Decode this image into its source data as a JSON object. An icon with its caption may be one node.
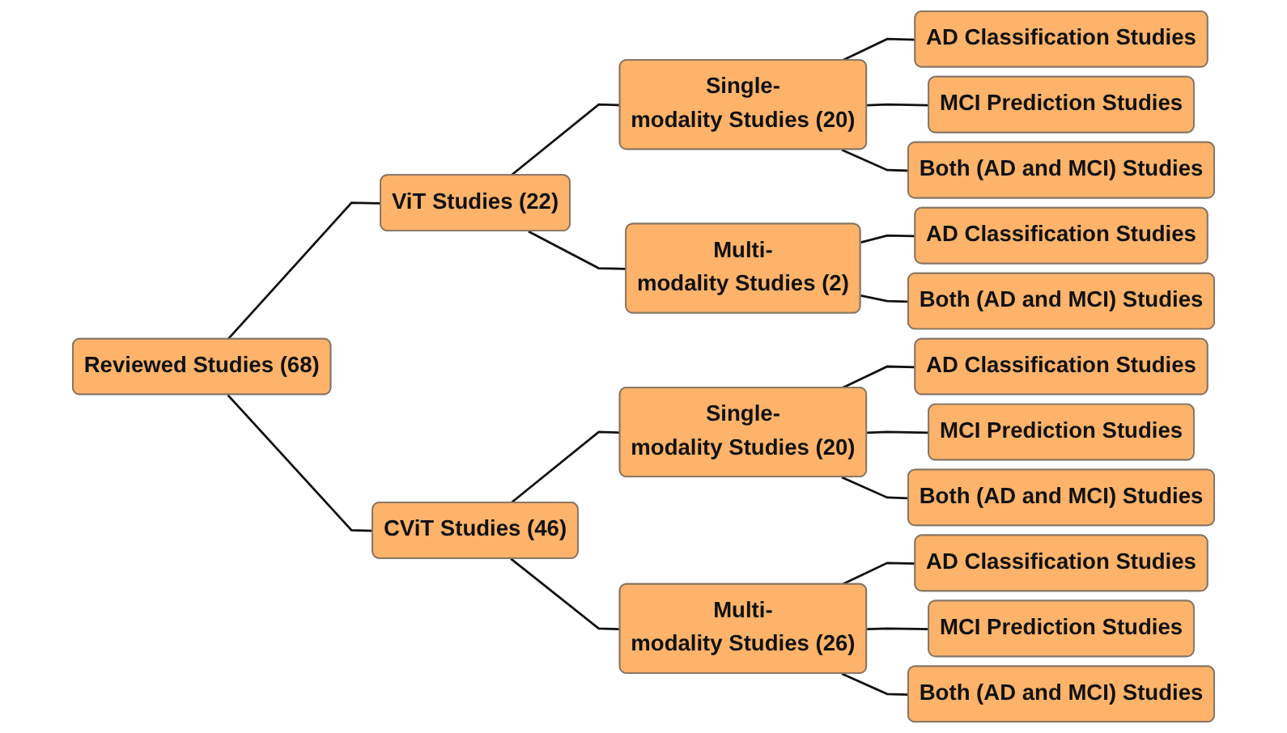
{
  "diagram": {
    "nodes": [
      {
        "text": [
          "Reviewed Studies (68)"
        ]
      },
      {
        "text": [
          "ViT Studies (22)"
        ]
      },
      {
        "text": [
          "Single- modality Studies (20)"
        ]
      },
      {
        "text": [
          "AD Classification Studies"
        ]
      },
      {
        "text": [
          "MCI Prediction Studies"
        ]
      },
      {
        "text": [
          "Both (AD and MCI) Studies"
        ]
      },
      {
        "text": [
          "Multi- modality Studies (2)"
        ]
      },
      {
        "text": [
          "AD Classification Studies"
        ]
      },
      {
        "text": [
          "Both (AD and MCI) Studies"
        ]
      },
      {
        "text": [
          "CViT Studies (46)"
        ]
      },
      {
        "text": [
          "Single- modality Studies (20)"
        ]
      },
      {
        "text": [
          "AD Classification Studies"
        ]
      },
      {
        "text": [
          "MCI Prediction Studies"
        ]
      },
      {
        "text": [
          "Both (AD and MCI) Studies"
        ]
      },
      {
        "text": [
          "Multi- modality Studies (26)"
        ]
      },
      {
        "text": [
          "AD Classification Studies"
        ]
      },
      {
        "text": [
          "MCI Prediction Studies"
        ]
      },
      {
        "text": [
          "Both (AD and MCI) Studies"
        ]
      }
    ],
    "edges": [
      {
        "from": 0,
        "to": 1,
        "arrow": "none"
      },
      {
        "from": 0,
        "to": 9,
        "arrow": "none"
      },
      {
        "from": 1,
        "to": 2,
        "arrow": "none"
      },
      {
        "from": 1,
        "to": 6,
        "arrow": "none"
      },
      {
        "from": 2,
        "to": 3,
        "arrow": "none"
      },
      {
        "from": 2,
        "to": 4,
        "arrow": "none"
      },
      {
        "from": 2,
        "to": 5,
        "arrow": "none"
      },
      {
        "from": 6,
        "to": 7,
        "arrow": "none"
      },
      {
        "from": 6,
        "to": 8,
        "arrow": "none"
      },
      {
        "from": 9,
        "to": 10,
        "arrow": "none"
      },
      {
        "from": 9,
        "to": 14,
        "arrow": "none"
      },
      {
        "from": 10,
        "to": 11,
        "arrow": "none"
      },
      {
        "from": 10,
        "to": 12,
        "arrow": "none"
      },
      {
        "from": 10,
        "to": 13,
        "arrow": "none"
      },
      {
        "from": 14,
        "to": 15,
        "arrow": "none"
      },
      {
        "from": 14,
        "to": 16,
        "arrow": "none"
      },
      {
        "from": 14,
        "to": 17,
        "arrow": "none"
      }
    ]
  }
}
